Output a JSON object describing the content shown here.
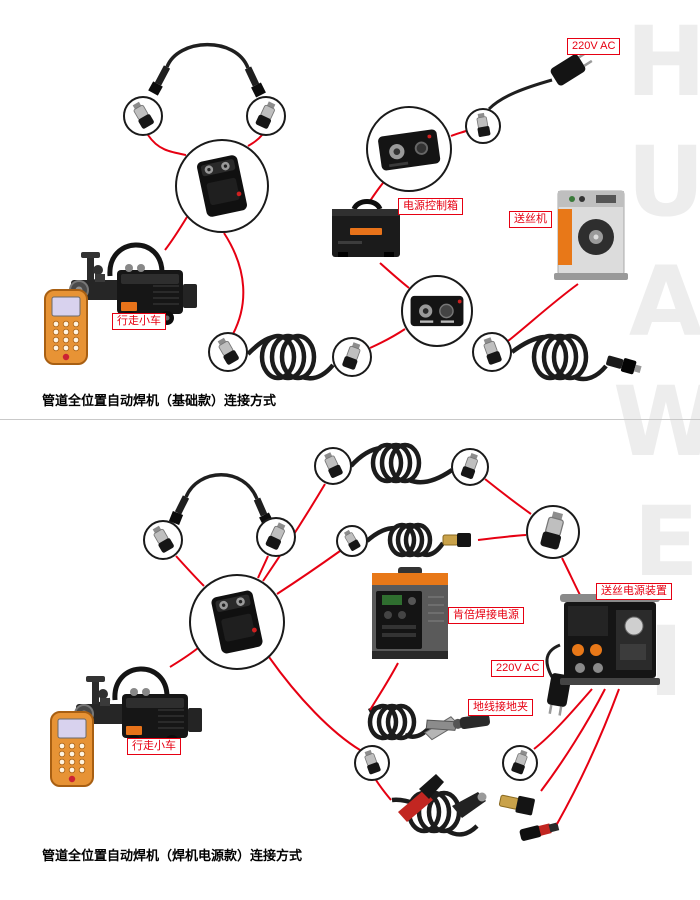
{
  "watermark": "HUAWEI",
  "section_basic": {
    "title": "管道全位置自动焊机（基础款）连接方式",
    "labels": {
      "ac_power": "220V AC",
      "control_box": "电源控制箱",
      "wire_feeder": "送丝机",
      "carriage": "行走小车"
    }
  },
  "section_power": {
    "title": "管道全位置自动焊机（焊机电源款）连接方式",
    "labels": {
      "wire_feed_power_unit": "送丝电源装置",
      "welding_power_source": "肯倍焊接电源",
      "ac_power": "220V AC",
      "ground_clamp": "地线接地夹",
      "carriage": "行走小车"
    }
  },
  "colors": {
    "connection_line": "#e60012",
    "label_accent": "#e60012",
    "machine_orange": "#e8731a",
    "watermark_gray": "#ededed"
  }
}
